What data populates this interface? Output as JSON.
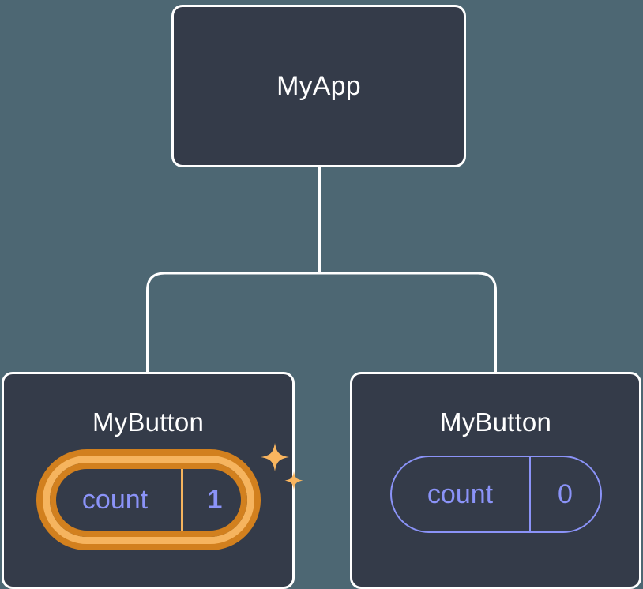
{
  "diagram": {
    "type": "component-tree",
    "background_color": "#4d6773",
    "node_fill_color": "#343b49",
    "node_border_color": "#ffffff",
    "connector_color": "#ffffff",
    "state_color": "#8b93f8",
    "highlight_outer_color": "#d2801e",
    "highlight_inner_color": "#f6b45e",
    "sparkle_color": "#f9b košice"
  },
  "root": {
    "title": "MyApp"
  },
  "children": [
    {
      "title": "MyButton",
      "state": {
        "key": "count",
        "value": "1"
      },
      "highlighted": true,
      "sparkle_large": "sparkle-large-icon",
      "sparkle_small": "sparkle-small-icon"
    },
    {
      "title": "MyButton",
      "state": {
        "key": "count",
        "value": "0"
      },
      "highlighted": false
    }
  ]
}
